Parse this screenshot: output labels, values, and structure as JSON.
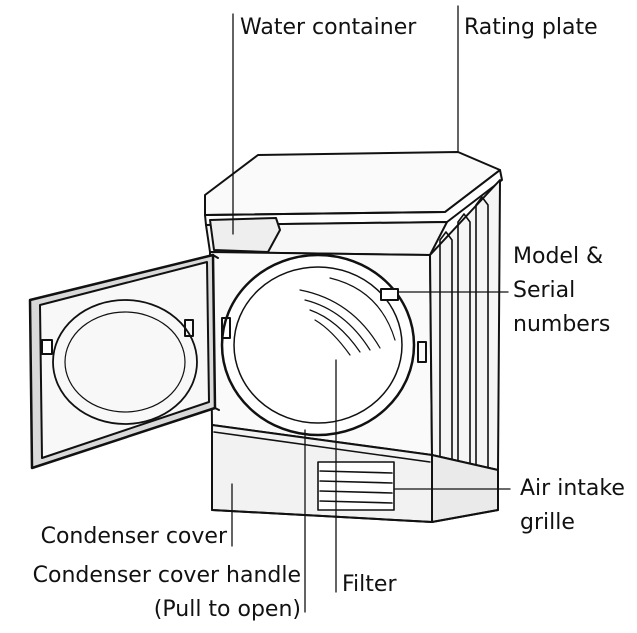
{
  "labels": {
    "water_container": "Water container",
    "rating_plate": "Rating plate",
    "model_serial_1": "Model &",
    "model_serial_2": "Serial",
    "model_serial_3": "numbers",
    "air_intake_1": "Air intake",
    "air_intake_2": "grille",
    "condenser_cover": "Condenser cover",
    "condenser_handle_1": "Condenser cover handle",
    "condenser_handle_2": "(Pull to open)",
    "filter": "Filter"
  },
  "colors": {
    "ink": "#111111",
    "door_shade": "#d9d9d9",
    "panel_shade": "#f2f2f2"
  }
}
